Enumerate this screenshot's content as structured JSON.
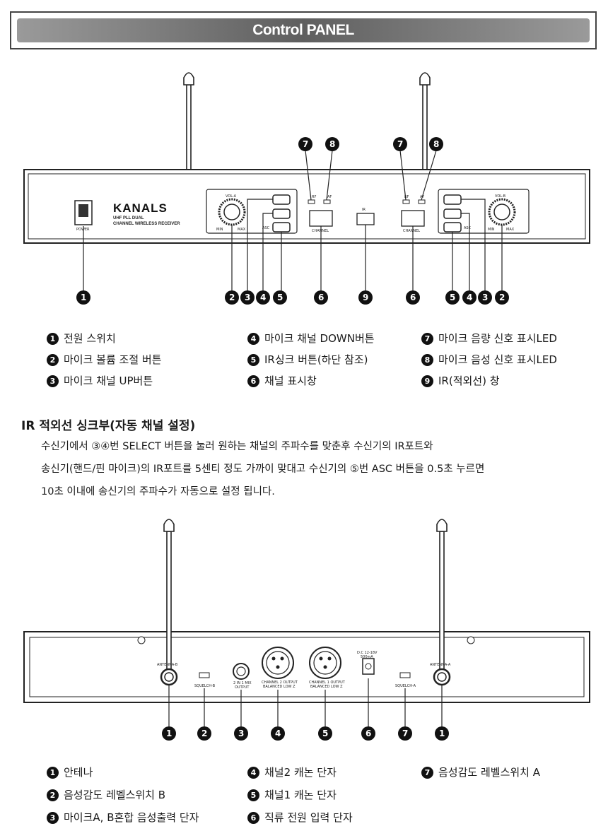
{
  "header": {
    "title": "Control PANEL"
  },
  "front_panel": {
    "brand": "KANALS",
    "model_line1": "UHF PLL DUAL",
    "model_line2": "CHANNEL WIRELESS RECEIVER",
    "power_label": "POWER",
    "vol_a": "VOL-A",
    "vol_b": "VOL-B",
    "min": "MIN",
    "max": "MAX",
    "asc": "ASC",
    "rf": "RF",
    "af": "AF",
    "channel": "CHANNEL",
    "ir": "IR"
  },
  "front_callouts": [
    "1",
    "2",
    "3",
    "4",
    "5",
    "6",
    "9",
    "6",
    "5",
    "4",
    "3",
    "2",
    "7",
    "8",
    "7",
    "8"
  ],
  "front_legend": [
    {
      "n": "1",
      "text": "전원 스위치"
    },
    {
      "n": "2",
      "text": "마이크 볼륨 조절 버튼"
    },
    {
      "n": "3",
      "text": "마이크 채널 UP버튼"
    },
    {
      "n": "4",
      "text": "마이크 채널 DOWN버튼"
    },
    {
      "n": "5",
      "text": "IR싱크 버튼(하단 참조)"
    },
    {
      "n": "6",
      "text": "채널 표시창"
    },
    {
      "n": "7",
      "text": "마이크 음량 신호 표시LED"
    },
    {
      "n": "8",
      "text": "마이크 음성 신호 표시LED"
    },
    {
      "n": "9",
      "text": "IR(적외선) 창"
    }
  ],
  "ir_section": {
    "title": "IR 적외선 싱크부(자동 채널 설정)",
    "line1": "수신기에서 ③④번 SELECT 버튼을 눌러 원하는 채널의 주파수를 맞춘후 수신기의 IR포트와",
    "line2": "송신기(핸드/핀 마이크)의 IR포트를 5센티 정도 가까이 맞대고 수신기의 ⑤번 ASC 버튼을 0.5초 누르면",
    "line3": "10초 이내에 송신기의 주파수가 자동으로 설정 됩니다."
  },
  "rear_panel": {
    "antenna_b": "ANTENNA-B",
    "antenna_a": "ANTENNA-A",
    "squelch_b": "SQUELCH-B",
    "squelch_a": "SQUELCH-A",
    "mix_out_1": "2 IN 1 MIX",
    "mix_out_2": "OUTPUT",
    "ch2_out_1": "CHANNEL 2 OUTPUT",
    "ch2_out_2": "BALANCED LOW Z",
    "ch1_out_1": "CHANNEL 1 OUTPUT",
    "ch1_out_2": "BALANCED LOW Z",
    "dc_1": "D.C 12-18V",
    "dc_2": "500mA"
  },
  "rear_callouts": [
    "1",
    "2",
    "3",
    "4",
    "5",
    "6",
    "7",
    "1"
  ],
  "rear_legend": [
    {
      "n": "1",
      "text": "안테나"
    },
    {
      "n": "2",
      "text": "음성감도 레벨스위치 B"
    },
    {
      "n": "3",
      "text": "마이크A, B혼합 음성출력 단자"
    },
    {
      "n": "4",
      "text": "채널2 캐논 단자"
    },
    {
      "n": "5",
      "text": "채널1 캐논 단자"
    },
    {
      "n": "6",
      "text": "직류 전원 입력 단자"
    },
    {
      "n": "7",
      "text": "음성감도 레벨스위치 A"
    }
  ]
}
